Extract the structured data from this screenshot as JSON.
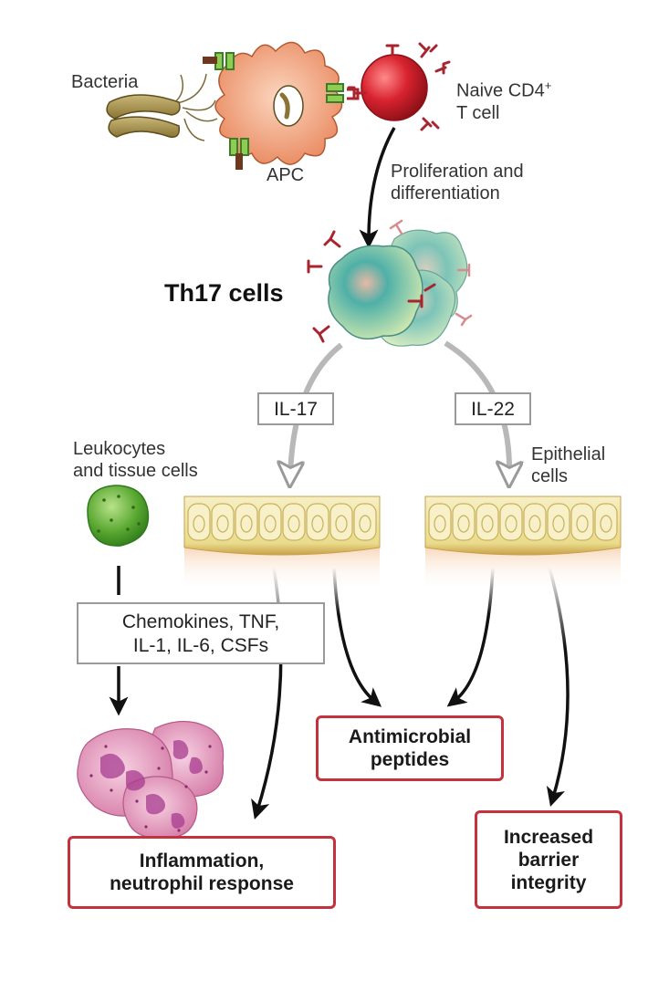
{
  "labels": {
    "bacteria": "Bacteria",
    "apc": "APC",
    "naive_line1": "Naive CD4",
    "naive_sup": "+",
    "naive_line2": "T cell",
    "prolif_line1": "Proliferation and",
    "prolif_line2": "differentiation",
    "th17": "Th17 cells",
    "leuko_line1": "Leukocytes",
    "leuko_line2": "and tissue cells",
    "epi_line1": "Epithelial",
    "epi_line2": "cells"
  },
  "cytokines": {
    "il17": "IL-17",
    "il22": "IL-22",
    "mediators_line1": "Chemokines, TNF,",
    "mediators_line2": "IL-1, IL-6, CSFs"
  },
  "outcomes": {
    "antimicrobial_line1": "Antimicrobial",
    "antimicrobial_line2": "peptides",
    "inflammation_line1": "Inflammation,",
    "inflammation_line2": "neutrophil response",
    "barrier_line1": "Increased",
    "barrier_line2": "barrier",
    "barrier_line3": "integrity"
  },
  "colors": {
    "outcome_border": "#c4323d",
    "receptor": "#a8242f",
    "apc_fill": "#f2a47e",
    "tcell_fill": "#d8232f",
    "th17_fill": "#4fb0a8",
    "leukocyte_fill": "#5aa832",
    "epithelium_fill": "#efe4a2",
    "neutrophil_fill": "#e7a6c4",
    "arrow_black": "#111111",
    "arrow_gray": "#b8b8b8"
  }
}
